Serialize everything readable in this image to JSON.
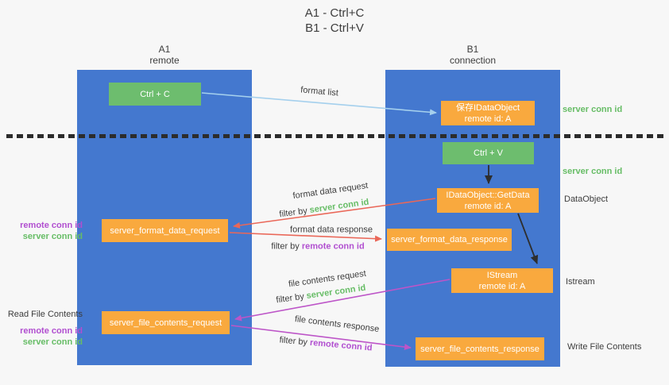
{
  "title": {
    "line1": "A1 - Ctrl+C",
    "line2": "B1 - Ctrl+V"
  },
  "columns": {
    "left": {
      "name": "A1",
      "subtitle": "remote"
    },
    "right": {
      "name": "B1",
      "subtitle": "connection"
    }
  },
  "nodes": {
    "ctrl_c": {
      "label": "Ctrl + C"
    },
    "ctrl_v": {
      "label": "Ctrl + V"
    },
    "save_obj": {
      "line1": "保存IDataObject",
      "line2": "remote id: A"
    },
    "get_data": {
      "line1": "IDataObject::GetData",
      "line2": "remote id: A"
    },
    "istream": {
      "line1": "IStream",
      "line2": "remote id: A"
    },
    "format_request": {
      "label": "server_format_data_request"
    },
    "format_response": {
      "label": "server_format_data_response"
    },
    "file_request": {
      "label": "server_file_contents_request"
    },
    "file_response": {
      "label": "server_file_contents_response"
    }
  },
  "annotations": {
    "right": {
      "server_conn_id_top": "server conn id",
      "server_conn_id_mid": "server conn id",
      "dataobject": "DataObject",
      "istream": "Istream",
      "write_file": "Write File Contents"
    },
    "left": {
      "read_file": "Read File Contents",
      "remote_conn_id_format": "remote conn id",
      "server_conn_id_format": "server conn id",
      "remote_conn_id_file": "remote conn id",
      "server_conn_id_file": "server conn id"
    }
  },
  "flows": {
    "format_list": {
      "label": "format list"
    },
    "format_request": {
      "label": "format data request",
      "filter_prefix": "filter by ",
      "filter_key": "server conn id"
    },
    "format_response": {
      "label": "format data response",
      "filter_prefix": "filter by ",
      "filter_key": "remote conn id"
    },
    "file_request": {
      "label": "file contents request",
      "filter_prefix": "filter by ",
      "filter_key": "server conn id"
    },
    "file_response": {
      "label": "file contents response",
      "filter_prefix": "filter by ",
      "filter_key": "remote conn id"
    }
  },
  "colors": {
    "background": "#f7f7f7",
    "column-blue": "#4478cf",
    "box-green": "#6dbd6e",
    "box-orange": "#f9a93e",
    "box-text": "#ffffff",
    "text-dark": "#3d3d3d",
    "green-text": "#67bd66",
    "purple-text": "#b14fd0",
    "arrow-red": "#ea6758",
    "arrow-purple": "#bd55c8",
    "arrow-blue": "#a5d0ed",
    "arrow-black": "#2e2e2e",
    "dash-black": "#2c2c2c"
  }
}
